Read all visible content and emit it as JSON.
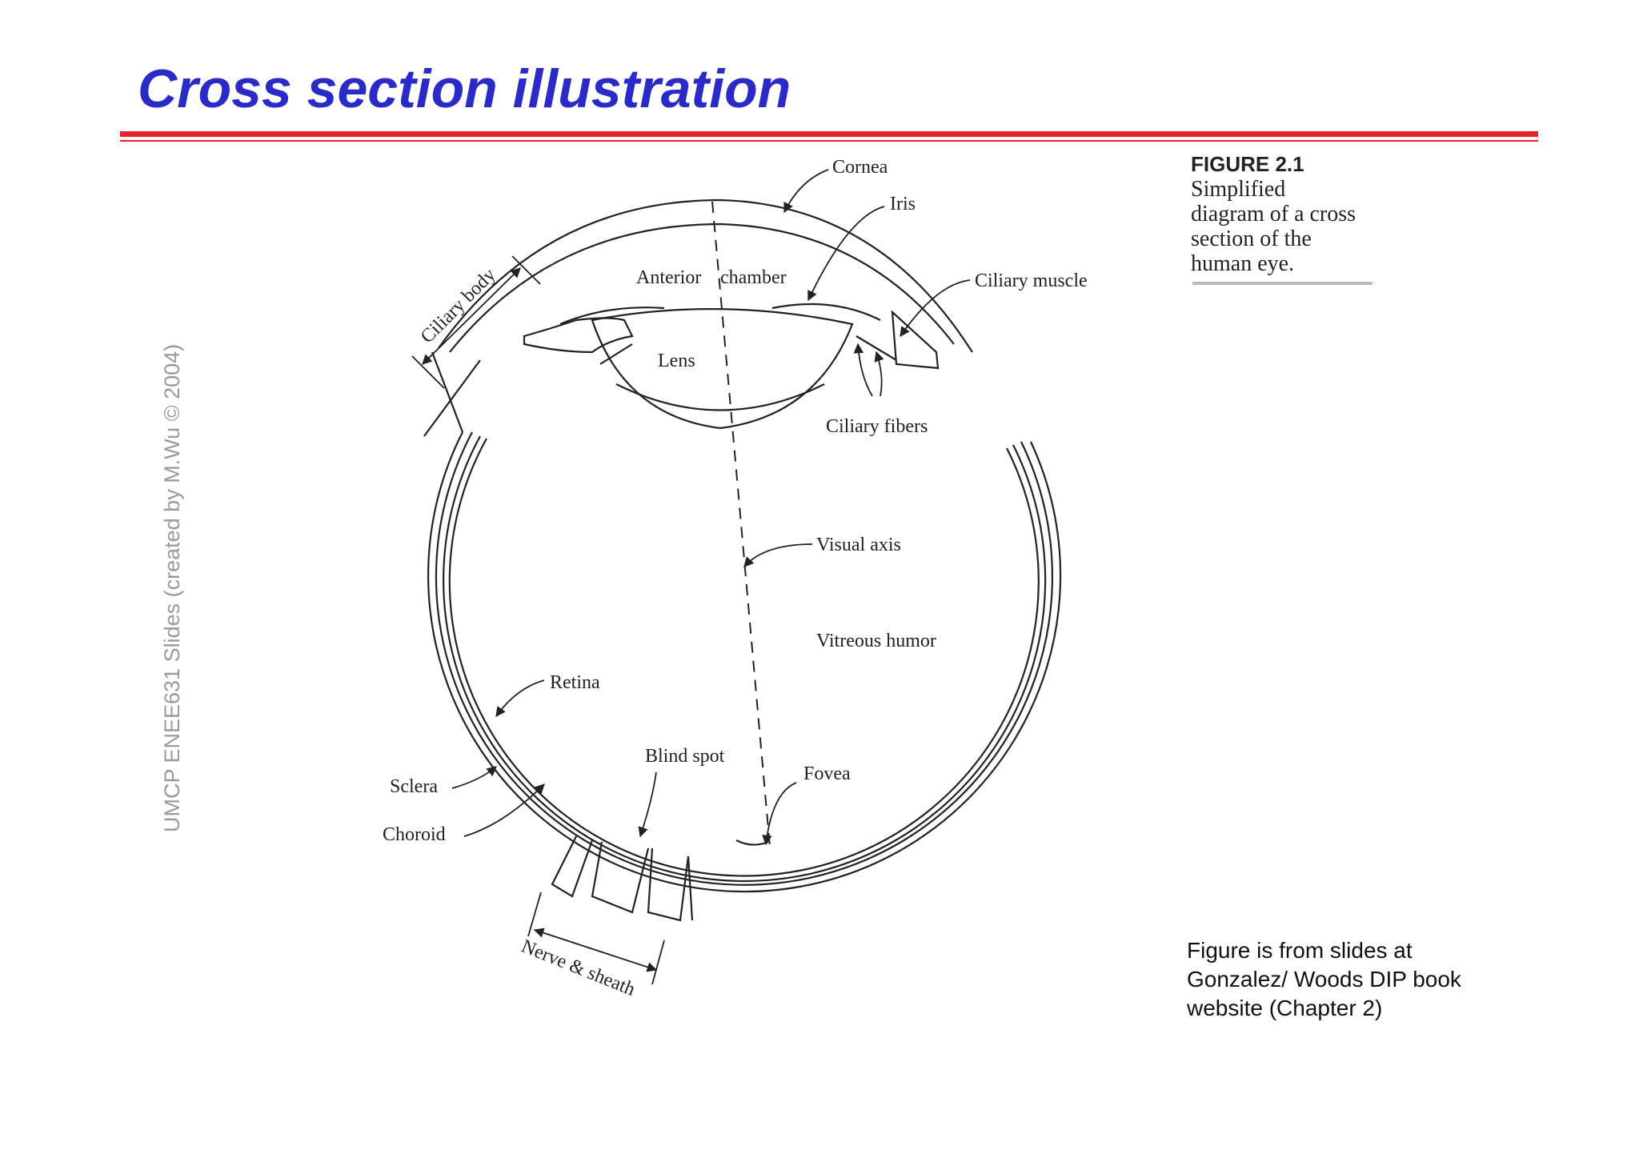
{
  "title": "Cross section illustration",
  "sidebar_text": "UMCP ENEE631 Slides (created by M.Wu © 2004)",
  "caption": {
    "figure": "FIGURE 2.1",
    "lines": [
      "Simplified",
      "diagram of a cross",
      "section of the",
      "human eye."
    ]
  },
  "credit": {
    "lines": [
      "Figure is from slides at",
      "Gonzalez/ Woods DIP book",
      "website (Chapter 2)"
    ]
  },
  "diagram": {
    "labels": {
      "cornea": "Cornea",
      "iris": "Iris",
      "ciliary_muscle": "Ciliary muscle",
      "anterior_chamber_1": "Anterior",
      "anterior_chamber_2": "chamber",
      "lens": "Lens",
      "ciliary_body": "Ciliary body",
      "ciliary_fibers": "Ciliary fibers",
      "visual_axis": "Visual axis",
      "vitreous_humor": "Vitreous humor",
      "retina": "Retina",
      "blind_spot": "Blind spot",
      "fovea": "Fovea",
      "sclera": "Sclera",
      "choroid": "Choroid",
      "nerve_sheath": "Nerve & sheath"
    }
  }
}
